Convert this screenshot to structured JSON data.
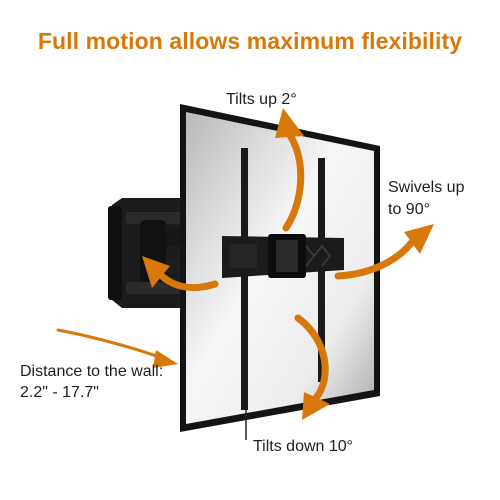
{
  "headline": "Full motion allows maximum flexibility",
  "captions": {
    "tilt_up": "Tilts up 2°",
    "swivel_line1": "Swivels up",
    "swivel_line2": "to 90°",
    "distance_line1": "Distance to the wall:",
    "distance_line2": "2.2\" - 17.7\"",
    "tilt_down": "Tilts down 10°"
  },
  "colors": {
    "accent": "#d9780a",
    "frame": "#161616",
    "screen_light": "#f4f4f4",
    "screen_dark": "#9a9a9a",
    "mount": "#1b1b1b"
  },
  "icons": {
    "arrows": "curved-arrow",
    "product": "tv-wall-mount"
  }
}
